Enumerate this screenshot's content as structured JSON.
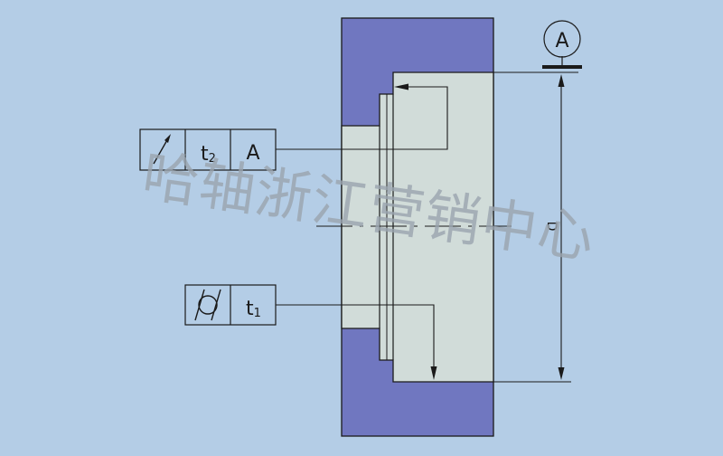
{
  "colors": {
    "background": "#b4cde6",
    "body_blue": "#7077c0",
    "face": "#d1dcd9",
    "line": "#1a1a1a",
    "watermark": "#9aa4ae"
  },
  "icons": {
    "runout": "circular-runout-arrow-icon",
    "cylindricity": "cylindricity-icon"
  },
  "fcf_runout": {
    "tolerance_main": "t",
    "tolerance_sub": "2",
    "datum": "A"
  },
  "fcf_cylindricity": {
    "tolerance_main": "t",
    "tolerance_sub": "1"
  },
  "datum_label": "A",
  "dimension_label": "D",
  "watermark": "哈轴浙江营销中心"
}
